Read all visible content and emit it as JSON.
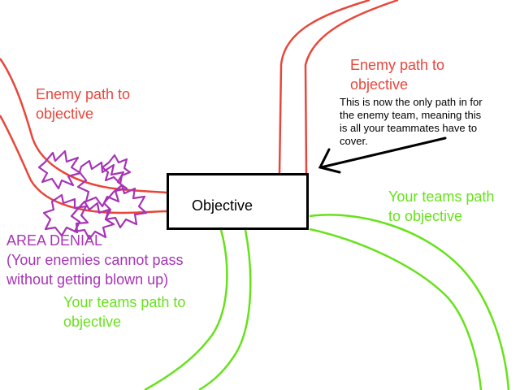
{
  "labels": {
    "enemy_path_left": [
      "Enemy path to",
      "objective"
    ],
    "enemy_path_right": [
      "Enemy path to",
      "objective"
    ],
    "team_path_right": [
      "Your teams path",
      "to objective"
    ],
    "team_path_bottom": [
      "Your teams path to",
      "objective"
    ],
    "area_denial": [
      "AREA DENIAL",
      "(Your enemies cannot pass",
      "without getting blown up)"
    ],
    "note": [
      "This is now the only path in for",
      "the enemy team, meaning this",
      "is all your teammates have to",
      "cover."
    ],
    "objective": "Objective"
  },
  "colors": {
    "enemy_path": "#e8463b",
    "team_path": "#66e21a",
    "area_denial": "#a634b5",
    "box": "#000000"
  },
  "icons": [
    "arrow-icon",
    "explosion-scribble-icon"
  ]
}
